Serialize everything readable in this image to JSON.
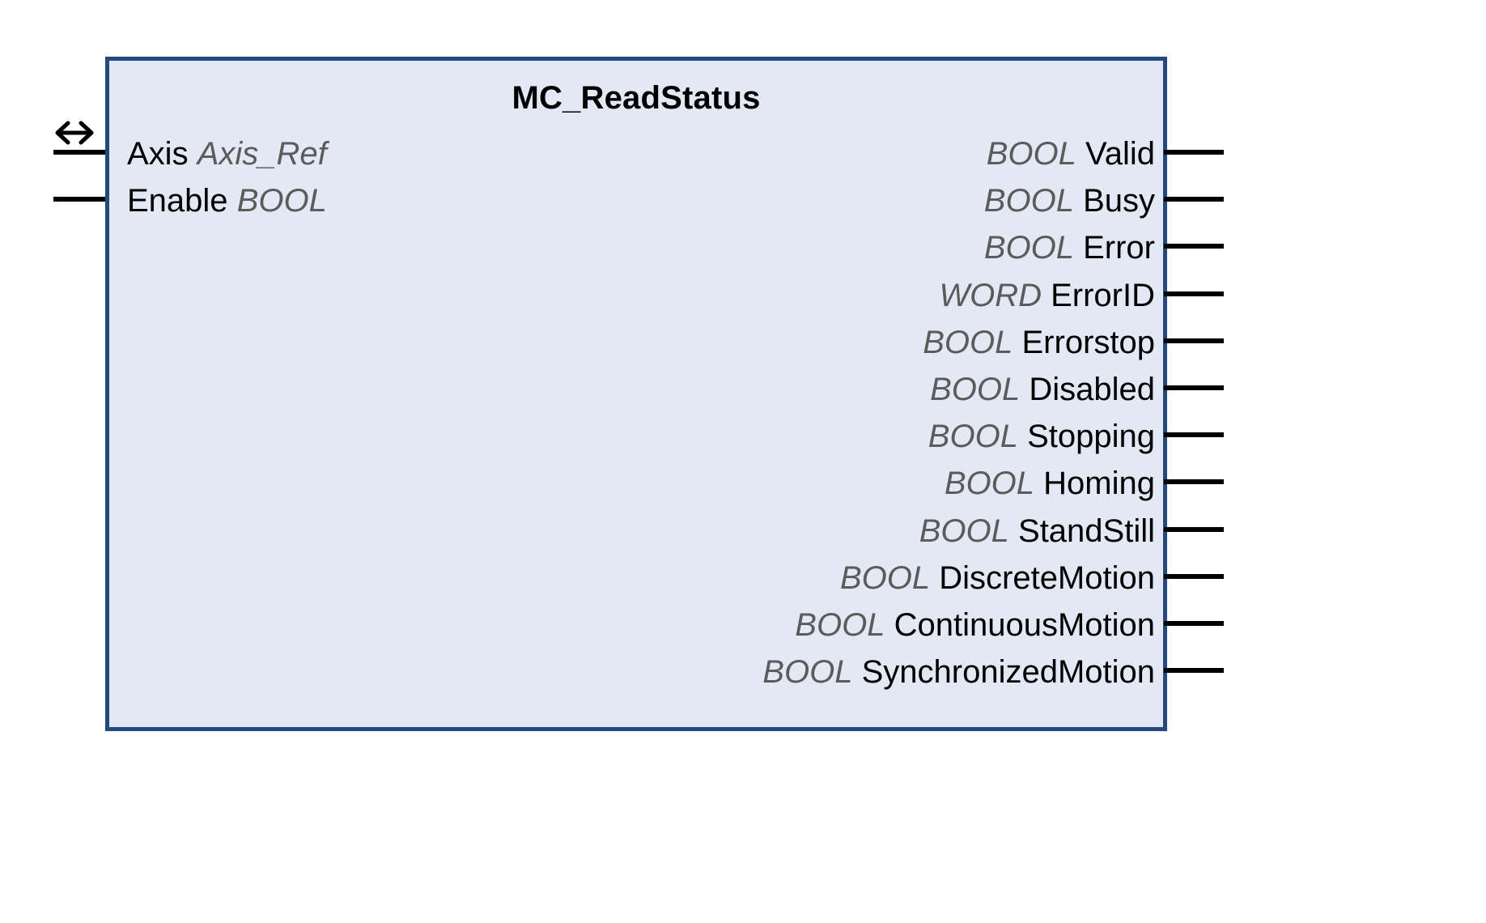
{
  "block": {
    "title": "MC_ReadStatus",
    "fill_color": "#E3E8F5",
    "border_color": "#23497E",
    "type_text_color": "#5B5B5B",
    "name_text_color": "#000000"
  },
  "inputs": [
    {
      "name": "Axis",
      "type": "Axis_Ref",
      "icon": "bidirectional-arrow-icon"
    },
    {
      "name": "Enable",
      "type": "BOOL",
      "icon": ""
    }
  ],
  "outputs": [
    {
      "name": "Valid",
      "type": "BOOL"
    },
    {
      "name": "Busy",
      "type": "BOOL"
    },
    {
      "name": "Error",
      "type": "BOOL"
    },
    {
      "name": "ErrorID",
      "type": "WORD"
    },
    {
      "name": "Errorstop",
      "type": "BOOL"
    },
    {
      "name": "Disabled",
      "type": "BOOL"
    },
    {
      "name": "Stopping",
      "type": "BOOL"
    },
    {
      "name": "Homing",
      "type": "BOOL"
    },
    {
      "name": "StandStill",
      "type": "BOOL"
    },
    {
      "name": "DiscreteMotion",
      "type": "BOOL"
    },
    {
      "name": "ContinuousMotion",
      "type": "BOOL"
    },
    {
      "name": "SynchronizedMotion",
      "type": "BOOL"
    }
  ]
}
